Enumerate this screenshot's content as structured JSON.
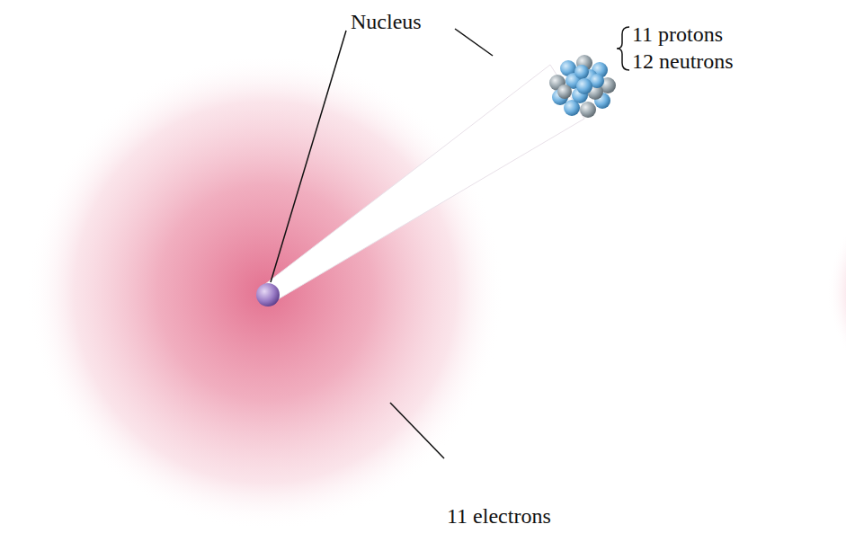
{
  "diagram": {
    "labels": [
      "Nucleus",
      "11 protons",
      "12 neutrons",
      "11 electrons"
    ]
  }
}
